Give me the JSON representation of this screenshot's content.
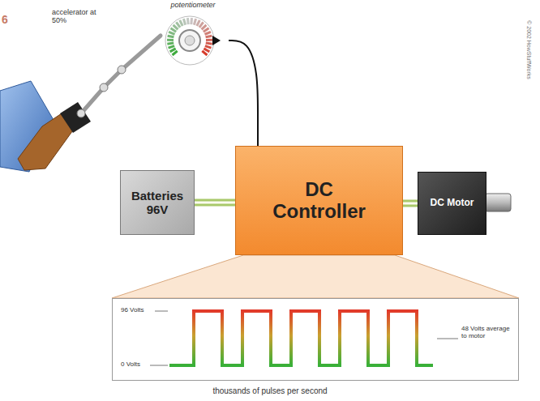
{
  "diagram": {
    "nodes": [
      {
        "text": [
          "potentiometer"
        ]
      },
      {
        "text": [
          "Batteries 96V"
        ]
      },
      {
        "text": [
          "DC Controller"
        ]
      },
      {
        "text": [
          "DC Motor"
        ]
      },
      {
        "text": [
          "96 Volts",
          "0 Volts",
          "48 Volts average to motor"
        ]
      }
    ],
    "edges": [
      {
        "from": 0,
        "to": 2,
        "arrow": "none"
      },
      {
        "from": 1,
        "to": 2,
        "arrow": "none"
      },
      {
        "from": 2,
        "to": 3,
        "arrow": "none"
      }
    ],
    "labels": [
      "accelerator at 50%",
      "thousands of pulses per second",
      "© 2002 HowStuffWorks",
      "6"
    ]
  }
}
